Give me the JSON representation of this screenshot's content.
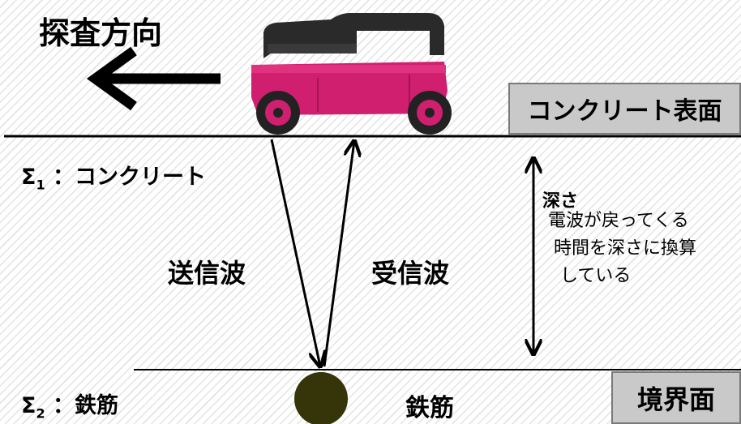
{
  "title": "探査方向",
  "surface_label": "コンクリート表面",
  "boundary_label": "境界面",
  "layer1": {
    "symbol": "Σ",
    "subscript": "1",
    "text": "：コンクリート"
  },
  "layer2": {
    "symbol": "Σ",
    "subscript": "2",
    "text": "：鉄筋"
  },
  "transmit_label": "送信波",
  "receive_label": "受信波",
  "depth": {
    "heading": "深さ",
    "lines": [
      "電波が戻ってくる",
      "時間を深さに換算",
      "している"
    ]
  },
  "rebar_label": "鉄筋",
  "colors": {
    "device_body": "#cf1f6e",
    "device_dark": "#2a2a2a",
    "rebar": "#363409",
    "box_fill": "#c9c9c9"
  }
}
